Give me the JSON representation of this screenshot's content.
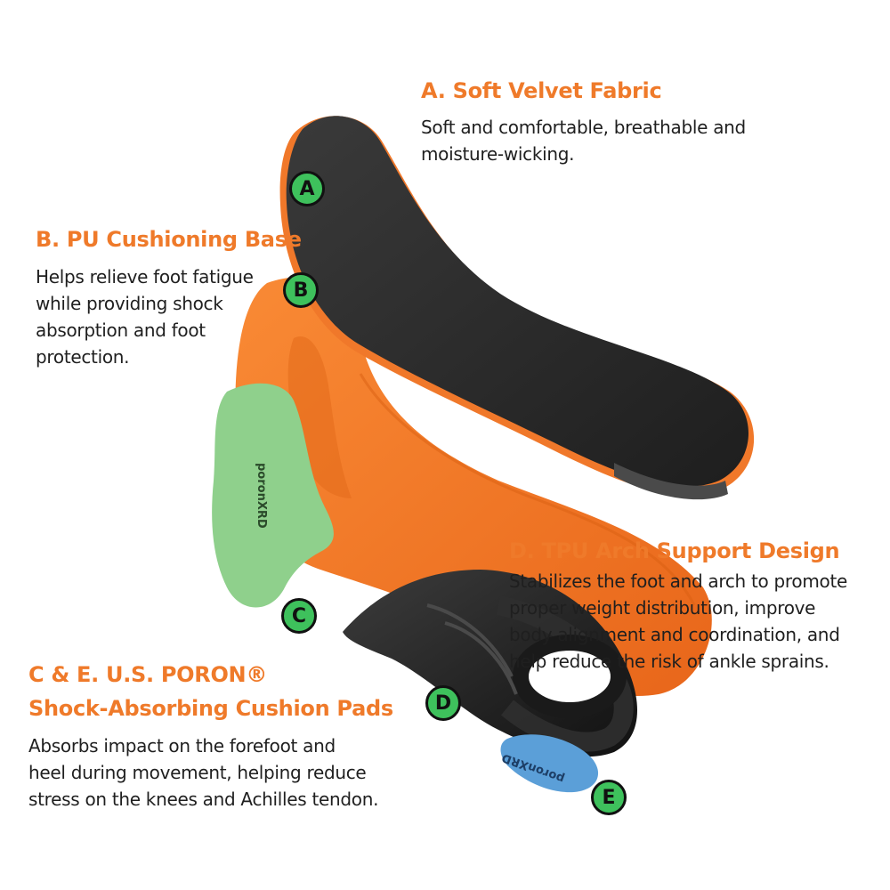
{
  "sections": {
    "a": {
      "badge": "A",
      "title": "A. Soft Velvet Fabric",
      "lines": [
        "Soft and comfortable, breathable and",
        "moisture-wicking."
      ]
    },
    "b": {
      "badge": "B",
      "title": "B. PU Cushioning Base",
      "lines": [
        "Helps relieve foot fatigue",
        "while providing shock",
        "absorption and foot",
        "protection."
      ]
    },
    "c": {
      "badge": "C"
    },
    "d": {
      "badge": "D",
      "title": "D. TPU Arch Support Design",
      "lines": [
        "Stabilizes the foot and arch to promote",
        "proper weight distribution, improve",
        "body alignment and coordination, and",
        "help reduce the risk of ankle sprains."
      ]
    },
    "ce": {
      "title_line1": "C & E. U.S. PORON®",
      "title_line2": "Shock-Absorbing Cushion Pads",
      "lines": [
        "Absorbs impact on the forefoot and",
        "heel during movement, helping reduce",
        "stress on the knees and Achilles tendon."
      ]
    },
    "e": {
      "badge": "E"
    }
  },
  "pad_brand": "poronXRD",
  "colors": {
    "accent_orange": "#ef7a2a",
    "badge_green": "#3ec15c",
    "fabric_black": "#2a2a2a",
    "pu_orange": "#f47a22",
    "poron_green": "#8fd08c",
    "poron_blue": "#5b9fd8",
    "tpu_black": "#1c1c1c"
  }
}
